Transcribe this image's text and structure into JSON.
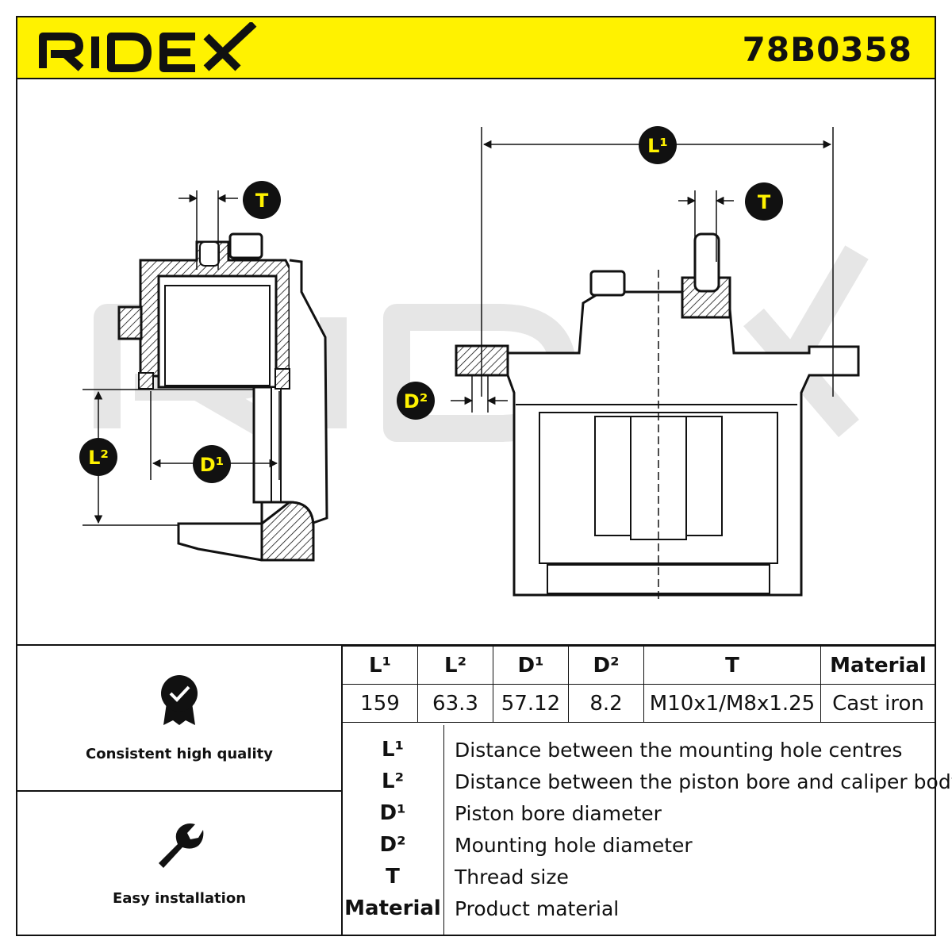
{
  "header": {
    "brand": "RIDEX",
    "part_number": "78B0358"
  },
  "drawing": {
    "callouts": {
      "t_left": "T",
      "t_right": "T",
      "l1": "L¹",
      "l2": "L²",
      "d1": "D¹",
      "d2": "D²"
    },
    "watermark": "RIDEX"
  },
  "features": [
    {
      "icon": "quality-badge-icon",
      "label": "Consistent high quality"
    },
    {
      "icon": "wrench-icon",
      "label": "Easy installation"
    }
  ],
  "specs": {
    "headers": [
      "L¹",
      "L²",
      "D¹",
      "D²",
      "T",
      "Material"
    ],
    "values": [
      "159",
      "63.3",
      "57.12",
      "8.2",
      "M10x1/M8x1.25",
      "Cast iron"
    ]
  },
  "legend": [
    {
      "key": "L¹",
      "desc": "Distance between the mounting hole centres"
    },
    {
      "key": "L²",
      "desc": "Distance between the piston bore and caliper body"
    },
    {
      "key": "D¹",
      "desc": "Piston bore diameter"
    },
    {
      "key": "D²",
      "desc": "Mounting hole diameter"
    },
    {
      "key": "T",
      "desc": "Thread size"
    },
    {
      "key": "Material",
      "desc": "Product material"
    }
  ]
}
